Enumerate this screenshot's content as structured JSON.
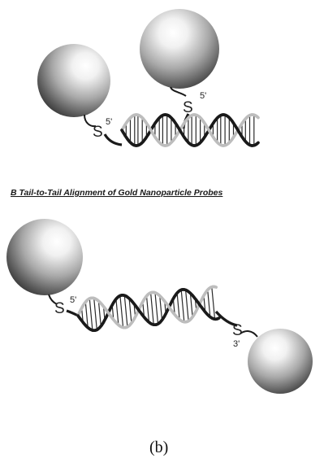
{
  "panel_a": {
    "labels": {
      "left_sulfur": "S",
      "left_end": "5'",
      "right_sulfur": "S",
      "right_end": "5'"
    }
  },
  "panel_b": {
    "title": "B Tail-to-Tail Alignment of Gold Nanoparticle Probes",
    "labels": {
      "left_sulfur": "S",
      "left_end": "5'",
      "right_sulfur": "S",
      "right_end": "3'"
    }
  },
  "caption": "(b)",
  "colors": {
    "strand_dark": "#1a1a1a",
    "strand_light": "#bdbdbd",
    "rung": "#2a2a2a",
    "particle_highlight": "#ffffff",
    "particle_shadow": "#2a2a2a"
  }
}
